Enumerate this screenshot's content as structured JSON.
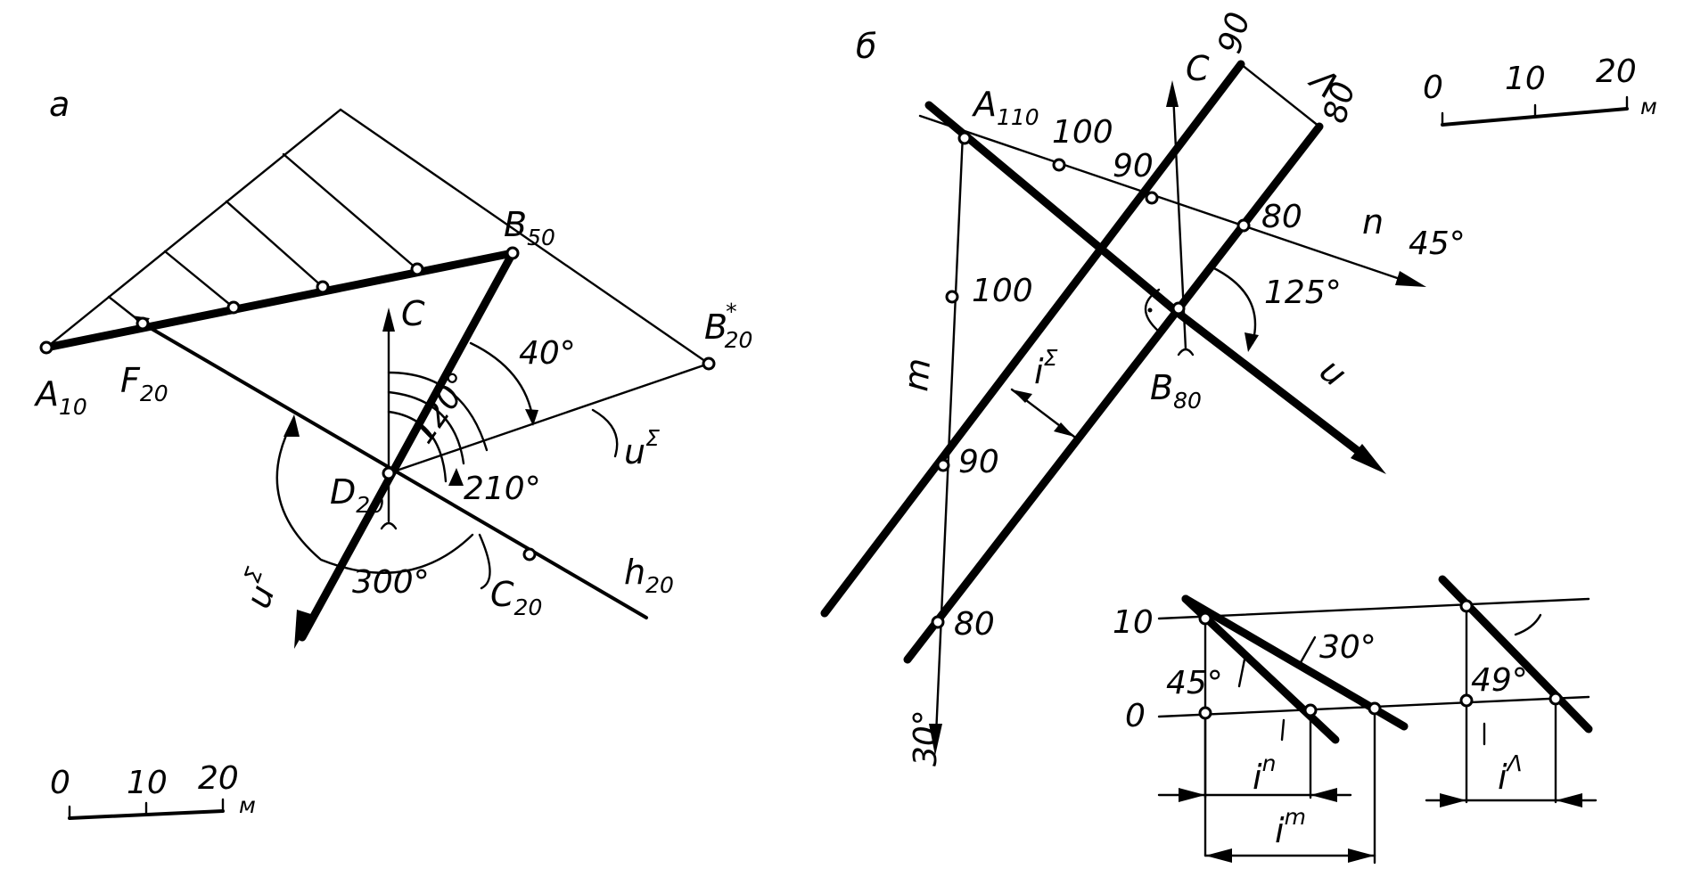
{
  "panel_a": {
    "letter": "а",
    "point_A": {
      "name": "A",
      "sub": "10"
    },
    "point_F": {
      "name": "F",
      "sub": "20"
    },
    "point_B": {
      "name": "B",
      "sub": "50"
    },
    "point_Bstar": {
      "name": "B",
      "sup": "*",
      "sub": "20"
    },
    "point_D": {
      "name": "D",
      "sub": "20"
    },
    "point_C": {
      "name": "C",
      "sub": "20"
    },
    "line_h": {
      "name": "h",
      "sub": "20"
    },
    "north": "С",
    "u_sigma": {
      "name": "u",
      "sup": "Σ"
    },
    "u_sigma_down": {
      "name": "u",
      "sup": "Σ"
    },
    "angles": {
      "a40": "40°",
      "a120": "120°",
      "a210": "210°",
      "a300": "300°"
    },
    "scale": {
      "t0": "0",
      "t10": "10",
      "t20": "20",
      "unit": "м"
    }
  },
  "panel_b": {
    "letter": "б",
    "point_A": {
      "name": "A",
      "sub": "110"
    },
    "point_B": {
      "name": "B",
      "sub": "80"
    },
    "north": "С",
    "lambda": "Λ",
    "n_label": "n",
    "m_label": "m",
    "u_label": "u",
    "i_sigma": {
      "name": "i",
      "sup": "Σ"
    },
    "elev": {
      "n100": "100",
      "n90": "90",
      "n80": "80",
      "m100": "100",
      "m90": "90",
      "m80": "80",
      "top90": "90",
      "top80": "80"
    },
    "angles": {
      "a45": "45°",
      "a125": "125°",
      "a30": "30°"
    },
    "scale": {
      "t0": "0",
      "t10": "10",
      "t20": "20",
      "unit": "м"
    }
  },
  "profiles": {
    "level10": "10",
    "level0": "0",
    "a45": "45°",
    "a30": "30°",
    "a49": "49°",
    "i_n": {
      "name": "i",
      "sup": "n"
    },
    "i_m": {
      "name": "i",
      "sup": "m"
    },
    "i_lambda": {
      "name": "i",
      "sup": "Λ"
    }
  }
}
